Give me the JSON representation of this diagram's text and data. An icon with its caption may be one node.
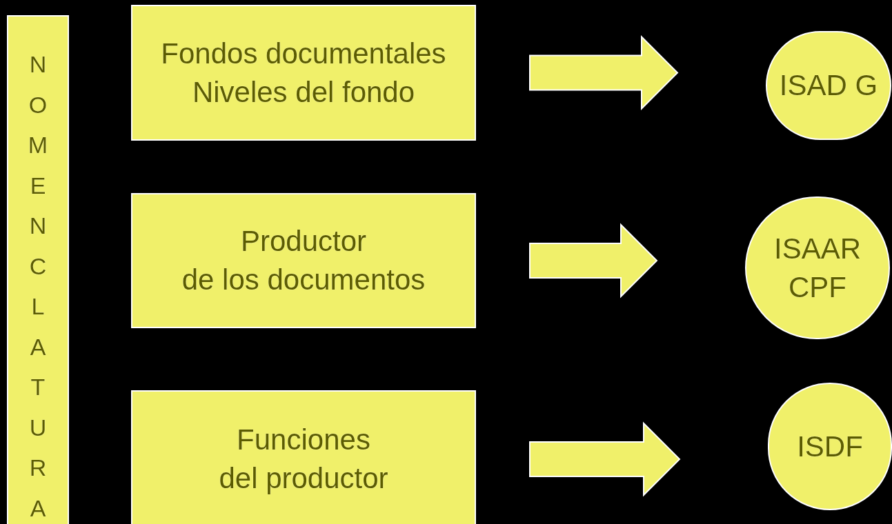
{
  "diagram": {
    "nodes": [
      {
        "text": [
          "NOMENCLATURA"
        ]
      },
      {
        "text": [
          "Fondos documentales",
          "Niveles del fondo"
        ]
      },
      {
        "text": [
          "Productor",
          "de los documentos"
        ]
      },
      {
        "text": [
          "Funciones",
          "del productor"
        ]
      },
      {
        "text": [
          "ISAD G"
        ]
      },
      {
        "text": [
          "ISAAR CPF"
        ]
      },
      {
        "text": [
          "ISDF"
        ]
      }
    ],
    "edges": [
      {
        "from": 1,
        "to": 4,
        "arrow": "to"
      },
      {
        "from": 2,
        "to": 5,
        "arrow": "to"
      },
      {
        "from": 3,
        "to": 6,
        "arrow": "to"
      }
    ]
  }
}
